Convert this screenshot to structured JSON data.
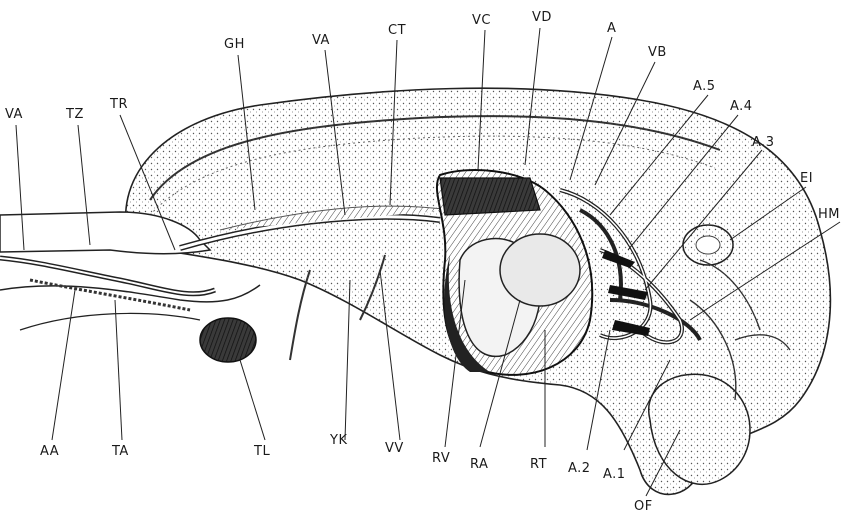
{
  "labels": {
    "va_left": "VA",
    "tz": "TZ",
    "tr": "TR",
    "gh": "GH",
    "va_top": "VA",
    "ct": "CT",
    "vc": "VC",
    "vd": "VD",
    "a": "A",
    "vb": "VB",
    "a5": "A.5",
    "a4": "A.4",
    "a3": "A.3",
    "ei": "EI",
    "hm": "HM",
    "aa": "AA",
    "ta": "TA",
    "tl": "TL",
    "yk": "YK",
    "vv": "VV",
    "rv": "RV",
    "ra": "RA",
    "rt": "RT",
    "a2": "A.2",
    "a1": "A.1",
    "of": "OF"
  }
}
